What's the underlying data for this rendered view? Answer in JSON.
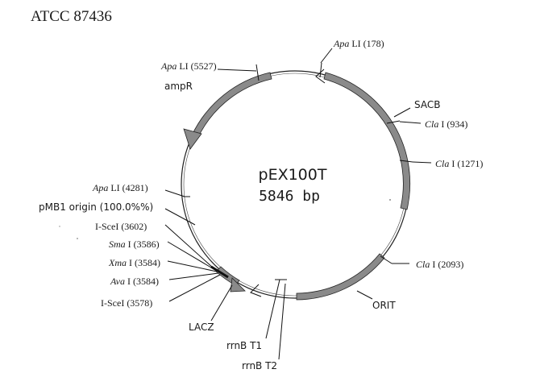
{
  "header": {
    "accession": "ATCC 87436"
  },
  "plasmid": {
    "name": "pEX100T",
    "size": "5846 bp"
  },
  "features": {
    "ampR": {
      "label": "ampR",
      "color": "#8a8a8a"
    },
    "sacB": {
      "label": "SACB",
      "color": "#8a8a8a"
    },
    "orit": {
      "label": "ORIT",
      "color": "#8a8a8a"
    },
    "lacz": {
      "label": "LACZ",
      "color": "#8a8a8a"
    },
    "pmb1": {
      "label": "pMB1 origin (100.0%%)"
    },
    "rrnbT1": {
      "label": "rrnB T1"
    },
    "rrnbT2": {
      "label": "rrnB T2"
    }
  },
  "sites": {
    "apali178": {
      "enzyme": "Apa",
      "suffix": " LI (178)"
    },
    "apali5527": {
      "enzyme": "Apa",
      "suffix": " LI (5527)"
    },
    "clai934": {
      "enzyme": "Cla",
      "suffix": " I (934)"
    },
    "clai1271": {
      "enzyme": "Cla",
      "suffix": " I (1271)"
    },
    "clai2093": {
      "enzyme": "Cla",
      "suffix": " I (2093)"
    },
    "apali4281": {
      "enzyme": "Apa",
      "suffix": " LI (4281)"
    },
    "scei3602": {
      "label": "I-SceI (3602)"
    },
    "smai3586": {
      "enzyme": "Sma",
      "suffix": " I (3586)"
    },
    "xmai3584": {
      "enzyme": "Xma",
      "suffix": " I (3584)"
    },
    "avai3584": {
      "enzyme": "Ava",
      "suffix": " I (3584)"
    },
    "scei3578": {
      "label": "I-SceI (3578)"
    }
  }
}
